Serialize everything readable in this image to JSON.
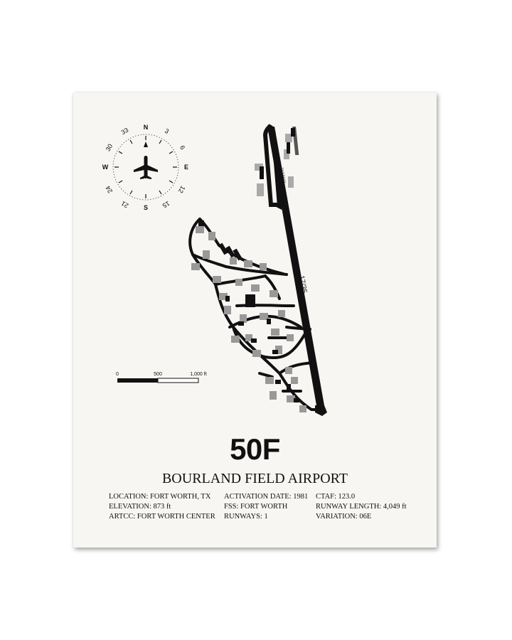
{
  "compass": {
    "n": "N",
    "e": "E",
    "s": "S",
    "w": "W",
    "deg3": "3",
    "deg6": "6",
    "deg12": "12",
    "deg15": "15",
    "deg21": "21",
    "deg24": "24",
    "deg30": "30",
    "deg33": "33"
  },
  "scale": {
    "tick0": "0",
    "tick1": "500",
    "tick2": "1,000 ft"
  },
  "runway_label": "17/35",
  "taxiway_label": "TAXIWAY",
  "airport": {
    "code": "50F",
    "name": "BOURLAND FIELD AIRPORT"
  },
  "info": {
    "col1": [
      "LOCATION: FORT WORTH, TX",
      "ELEVATION: 873 ft",
      "ARTCC: FORT WORTH CENTER"
    ],
    "col2": [
      "ACTIVATION DATE: 1981",
      "FSS: FORT WORTH",
      "RUNWAYS: 1"
    ],
    "col3": [
      "CTAF: 123.0",
      "RUNWAY LENGTH: 4,049 ft",
      "VARIATION: 06E"
    ]
  }
}
